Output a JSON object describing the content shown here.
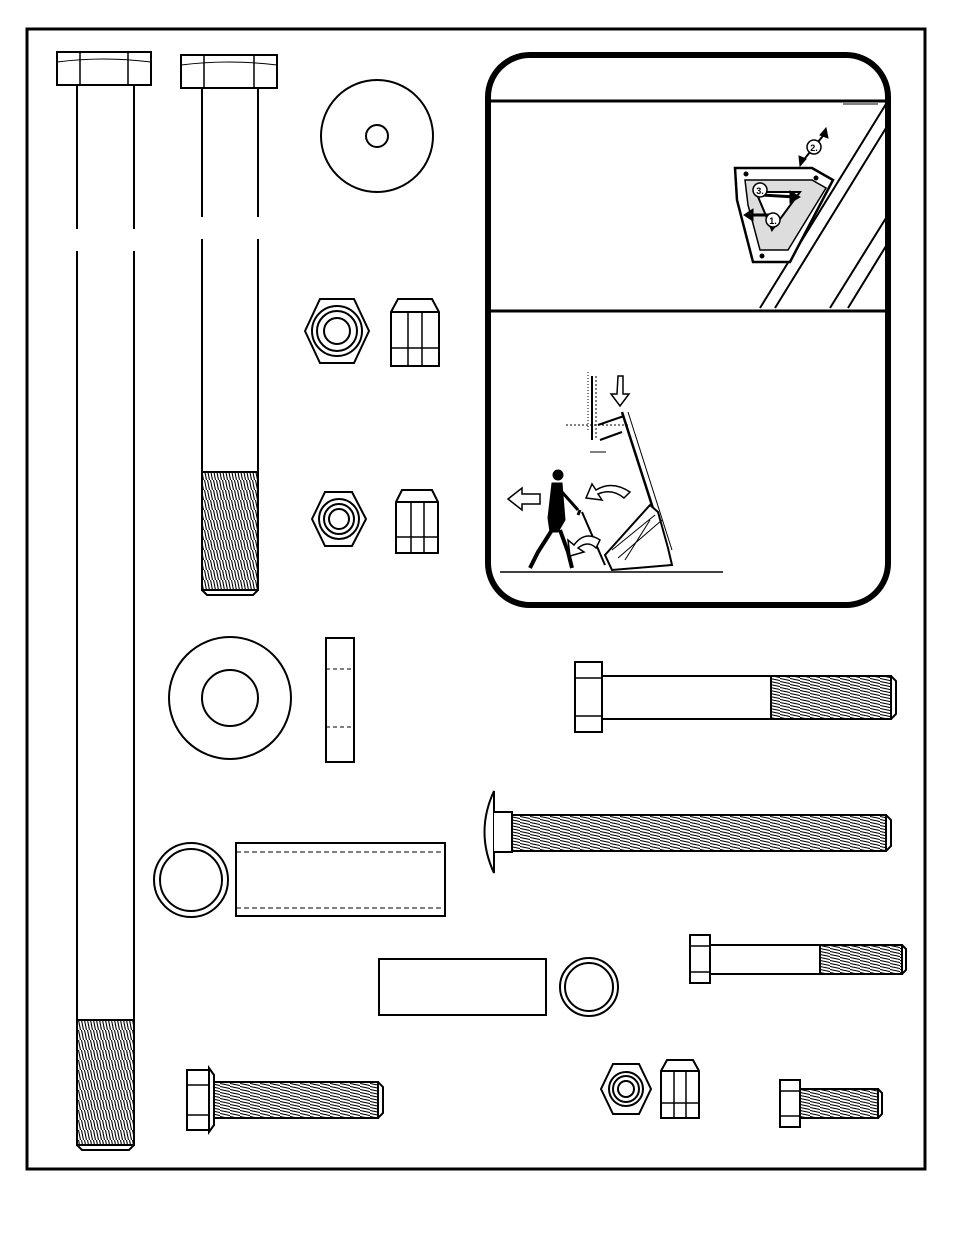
{
  "page": {
    "background": "#ffffff",
    "ink": "#000000"
  },
  "inset": {
    "top_panel": {
      "bracket_step_labels": [
        "1.",
        "2.",
        "3."
      ]
    },
    "bottom_panel": {}
  },
  "hardware": [
    {
      "name": "long-hex-bolt",
      "icon": "hex-bolt-icon"
    },
    {
      "name": "hex-bolt-partial-thread",
      "icon": "hex-bolt-icon"
    },
    {
      "name": "flat-washer-small-hole",
      "icon": "washer-icon"
    },
    {
      "name": "lock-nut-large",
      "icon": "hex-nut-icon"
    },
    {
      "name": "lock-nut-medium",
      "icon": "hex-nut-icon"
    },
    {
      "name": "large-washer",
      "icon": "washer-icon"
    },
    {
      "name": "hex-bolt-medium",
      "icon": "hex-bolt-icon"
    },
    {
      "name": "carriage-bolt",
      "icon": "carriage-bolt-icon"
    },
    {
      "name": "spacer-tube-long",
      "icon": "spacer-icon"
    },
    {
      "name": "spacer-tube-short",
      "icon": "spacer-icon"
    },
    {
      "name": "hex-bolt-small",
      "icon": "hex-bolt-icon"
    },
    {
      "name": "flange-bolt",
      "icon": "flange-bolt-icon"
    },
    {
      "name": "lock-nut-small",
      "icon": "hex-nut-icon"
    },
    {
      "name": "hex-bolt-short",
      "icon": "hex-bolt-icon"
    }
  ]
}
